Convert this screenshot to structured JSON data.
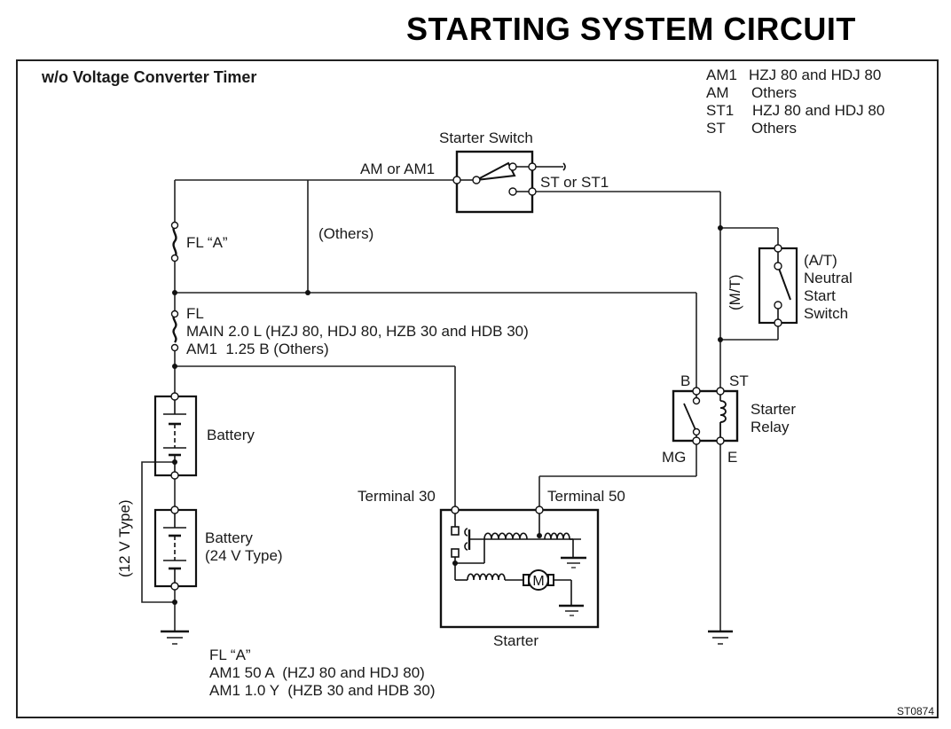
{
  "title": "STARTING SYSTEM CIRCUIT",
  "subtitle": "w/o Voltage Converter Timer",
  "legend": [
    {
      "code": "AM1",
      "desc": "HZJ 80 and HDJ 80"
    },
    {
      "code": "AM",
      "desc": "Others"
    },
    {
      "code": "ST1",
      "desc": "HZJ 80 and HDJ 80"
    },
    {
      "code": "ST",
      "desc": "Others"
    }
  ],
  "components": {
    "starter_switch": {
      "label": "Starter Switch",
      "am_terminal": "AM or AM1",
      "st_terminal": "ST or ST1"
    },
    "fusible_link_a": {
      "label": "FL “A”"
    },
    "others_branch": {
      "label": "(Others)"
    },
    "fl_main": {
      "line1": "FL",
      "line2": "MAIN 2.0 L (HZJ 80, HDJ 80, HZB 30 and HDB 30)",
      "line3": "AM1  1.25 B (Others)"
    },
    "battery_1": {
      "label": "Battery"
    },
    "battery_2": {
      "line1": "Battery",
      "line2": "(24 V Type)"
    },
    "battery_12v": {
      "label": "(12 V Type)"
    },
    "neutral_start_switch": {
      "line1": "(A/T)",
      "line2": "Neutral",
      "line3": "Start",
      "line4": "Switch"
    },
    "mt_branch": {
      "label": "(M/T)"
    },
    "starter_relay": {
      "line1": "Starter",
      "line2": "Relay",
      "terminal_b": "B",
      "terminal_st": "ST",
      "terminal_mg": "MG",
      "terminal_e": "E"
    },
    "starter": {
      "label": "Starter",
      "terminal_30": "Terminal 30",
      "terminal_50": "Terminal 50",
      "motor_symbol": "M"
    }
  },
  "footnote": {
    "line1": "FL “A”",
    "line2": "AM1 50 A  (HZJ 80 and HDJ 80)",
    "line3": "AM1 1.0 Y  (HZB 30 and HDB 30)"
  },
  "figure_code": "ST0874"
}
